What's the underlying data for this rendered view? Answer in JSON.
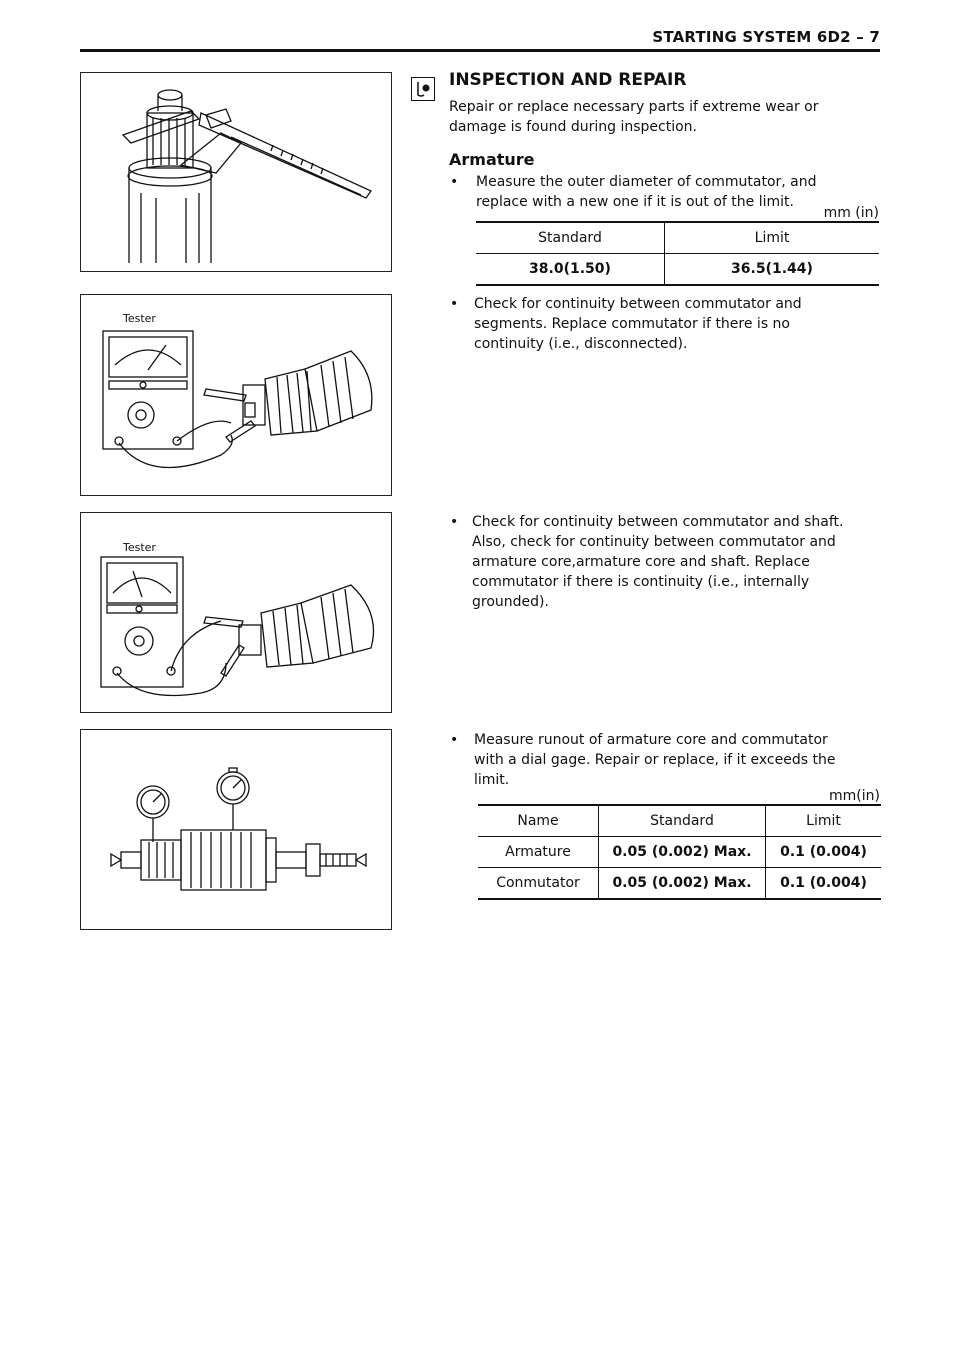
{
  "header": {
    "title": "STARTING SYSTEM 6D2 – 7"
  },
  "figures": {
    "fig2_label": "Tester",
    "fig3_label": "Tester"
  },
  "section": {
    "title": "INSPECTION AND REPAIR",
    "intro_line1": "Repair or replace necessary parts if extreme wear or",
    "intro_line2": "damage is found during inspection.",
    "subtitle": "Armature"
  },
  "bullets": {
    "b1": [
      "Measure the outer diameter of commutator, and",
      "replace with a new one if it is out of the limit."
    ],
    "b2": [
      "Check for continuity between commutator and",
      "segments. Replace commutator if there is no",
      "continuity (i.e., disconnected)."
    ],
    "b3": [
      "Check for continuity between commutator and shaft.",
      "Also, check for continuity between commutator and",
      "armature core,armature core and shaft. Replace",
      "commutator if there is continuity (i.e., internally",
      "grounded)."
    ],
    "b4": [
      "Measure runout of armature core and commutator",
      "with a dial gage.  Repair or replace, if it exceeds the",
      "limit."
    ],
    "dot": "•"
  },
  "table1": {
    "unit": "mm (in)",
    "headers": [
      "Standard",
      "Limit"
    ],
    "rows": [
      [
        "38.0(1.50)",
        "36.5(1.44)"
      ]
    ]
  },
  "table2": {
    "unit": "mm(in)",
    "headers": [
      "Name",
      "Standard",
      "Limit"
    ],
    "rows": [
      [
        "Armature",
        "0.05 (0.002) Max.",
        "0.1 (0.004)"
      ],
      [
        "Conmutator",
        "0.05 (0.002) Max.",
        "0.1 (0.004)"
      ]
    ]
  }
}
